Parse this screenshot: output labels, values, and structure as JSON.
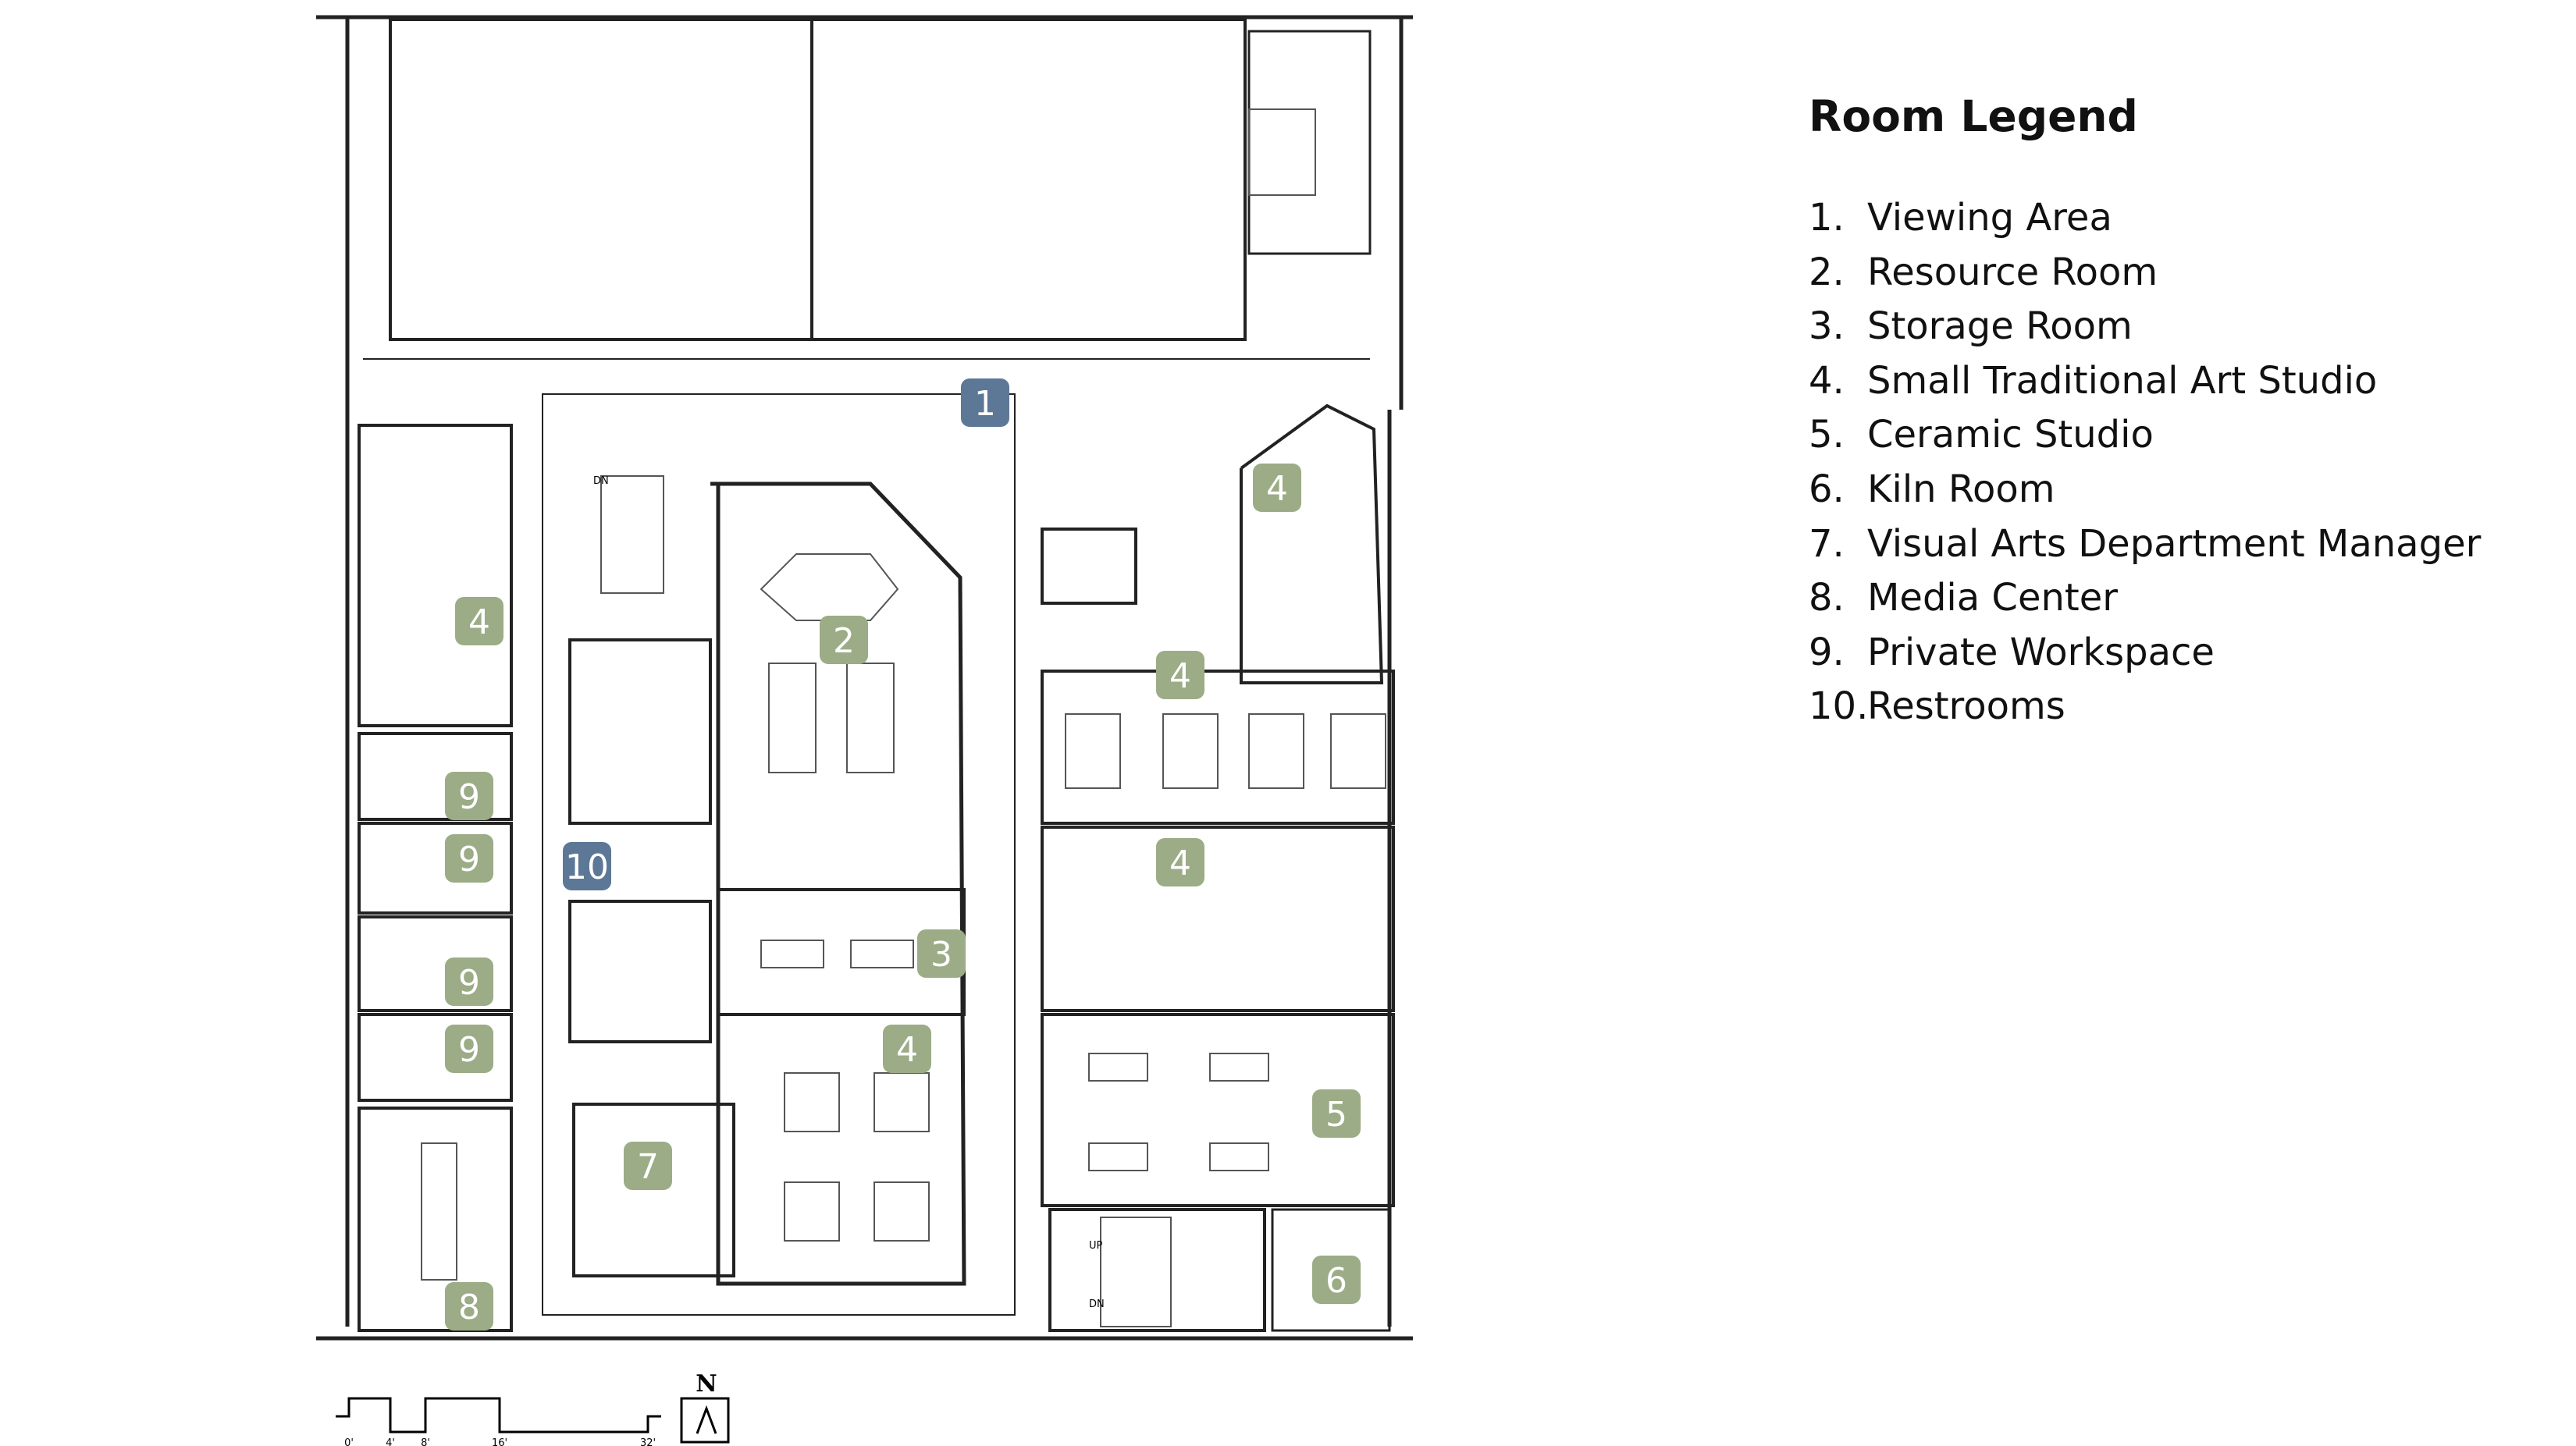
{
  "legend": {
    "title": "Room Legend",
    "items": [
      {
        "number": "1.",
        "label": "Viewing Area"
      },
      {
        "number": "2.",
        "label": "Resource Room"
      },
      {
        "number": "3.",
        "label": "Storage Room"
      },
      {
        "number": "4.",
        "label": "Small Traditional Art Studio"
      },
      {
        "number": "5.",
        "label": "Ceramic Studio"
      },
      {
        "number": "6.",
        "label": "Kiln Room"
      },
      {
        "number": "7.",
        "label": "Visual Arts Department Manager"
      },
      {
        "number": "8.",
        "label": "Media Center"
      },
      {
        "number": "9.",
        "label": "Private Workspace"
      },
      {
        "number": "10.",
        "label": "Restrooms"
      }
    ]
  },
  "markers": {
    "m1": "1",
    "m2": "2",
    "m3": "3",
    "m4a": "4",
    "m4b": "4",
    "m4c": "4",
    "m4d": "4",
    "m4e": "4",
    "m5": "5",
    "m6": "6",
    "m7": "7",
    "m8": "8",
    "m9a": "9",
    "m9b": "9",
    "m9c": "9",
    "m9d": "9",
    "m10": "10"
  },
  "plan_labels": {
    "stair_down": "DN",
    "stair_up": "UP",
    "stair_down_2": "DN"
  },
  "scale_bar": {
    "ticks": [
      "0'",
      "4'",
      "8'",
      "16'",
      "32'"
    ]
  },
  "north_label": "N",
  "colors": {
    "marker_green": "#9bac86",
    "marker_blue": "#5d7896",
    "wall": "#222222"
  }
}
